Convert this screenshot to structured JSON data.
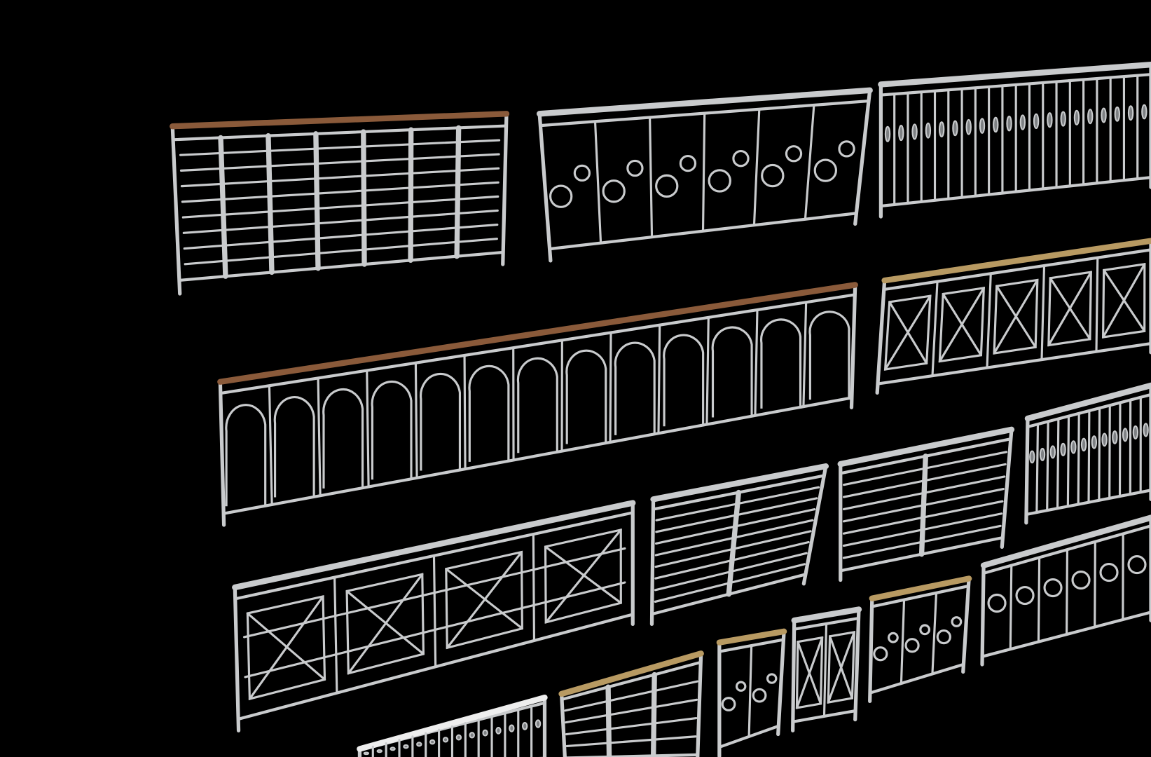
{
  "scene": {
    "background": "#000000",
    "metal_color": "#c9cbcd",
    "metal_shadow": "#7d8083",
    "wood_color": "#8a5a3a",
    "brass_color": "#b89a62",
    "white_color": "#eeeeee"
  },
  "railings": [
    {
      "name": "balcony-railing-horizontal-bars",
      "style": "bars",
      "handrail": "wood"
    },
    {
      "name": "railing-ornate-scrolls",
      "style": "scrolls",
      "handrail": "metal"
    },
    {
      "name": "railing-twisted-balusters",
      "style": "balusters",
      "handrail": "metal"
    },
    {
      "name": "railing-arched-loops",
      "style": "arches",
      "handrail": "wood"
    },
    {
      "name": "railing-lattice-panels",
      "style": "lattice",
      "handrail": "brass"
    },
    {
      "name": "railing-square-x-pattern",
      "style": "xsquares",
      "handrail": "metal"
    },
    {
      "name": "railing-horizontal-tubes-a",
      "style": "bars",
      "handrail": "metal"
    },
    {
      "name": "railing-horizontal-tubes-b",
      "style": "bars",
      "handrail": "metal"
    },
    {
      "name": "railing-central-ornament",
      "style": "balusters",
      "handrail": "metal"
    },
    {
      "name": "railing-circle-pattern",
      "style": "circles",
      "handrail": "metal"
    },
    {
      "name": "panel-scroll-small",
      "style": "scrolls",
      "handrail": "brass"
    },
    {
      "name": "panel-geometric-star",
      "style": "lattice",
      "handrail": "metal"
    },
    {
      "name": "panel-scroll-medium",
      "style": "scrolls",
      "handrail": "brass"
    },
    {
      "name": "railing-brass-rails",
      "style": "bars",
      "handrail": "brass"
    },
    {
      "name": "railing-white-balusters",
      "style": "balusters",
      "handrail": "white"
    }
  ]
}
